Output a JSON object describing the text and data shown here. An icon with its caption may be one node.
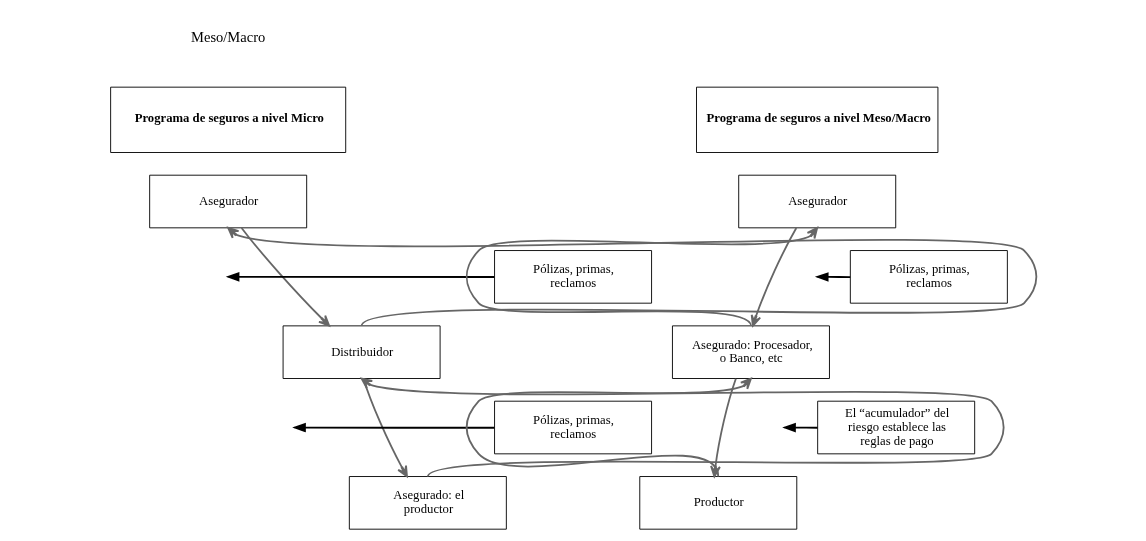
{
  "diagram": {
    "nodes": [
      {
        "text": [
          "Programa de seguros a nivel Micro"
        ]
      },
      {
        "text": [
          "Asegurador"
        ]
      },
      {
        "text": [
          "Distribuidor"
        ]
      },
      {
        "text": [
          "Asegurado: el productor"
        ]
      },
      {
        "text": [
          "Pólizas, primas, reclamos"
        ]
      },
      {
        "text": [
          "Pólizas, primas, reclamos"
        ]
      },
      {
        "text": [
          "Programa de seguros a nivel Meso/Macro"
        ]
      },
      {
        "text": [
          "Asegurador"
        ]
      },
      {
        "text": [
          "Asegurado: Procesador, o Banco, etc"
        ]
      },
      {
        "text": [
          "Productor"
        ]
      },
      {
        "text": [
          "Pólizas, primas, reclamos"
        ]
      },
      {
        "text": [
          "El “acumulador” del riesgo establece las reglas de pago"
        ]
      }
    ],
    "edges": [
      {
        "from": 2,
        "to": 1,
        "arrow": "to"
      },
      {
        "from": 1,
        "to": 2,
        "arrow": "to"
      },
      {
        "from": 4,
        "to": null,
        "arrow": "to",
        "color": "#000000"
      },
      {
        "from": 3,
        "to": 2,
        "arrow": "to"
      },
      {
        "from": 2,
        "to": 3,
        "arrow": "to"
      },
      {
        "from": 5,
        "to": null,
        "arrow": "to",
        "color": "#000000"
      },
      {
        "from": 8,
        "to": 7,
        "arrow": "to"
      },
      {
        "from": 7,
        "to": 8,
        "arrow": "to"
      },
      {
        "from": 10,
        "to": null,
        "arrow": "to",
        "color": "#000000"
      },
      {
        "from": 9,
        "to": 8,
        "arrow": "to"
      },
      {
        "from": 8,
        "to": 9,
        "arrow": "to"
      },
      {
        "from": 11,
        "to": null,
        "arrow": "to",
        "color": "#000000"
      }
    ],
    "labels": [
      "Meso/Macro"
    ]
  }
}
